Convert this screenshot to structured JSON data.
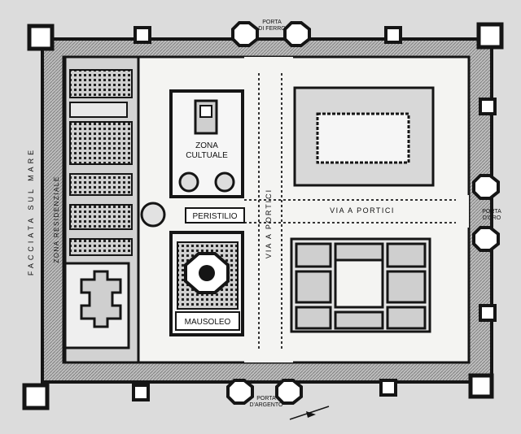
{
  "map": {
    "labels": {
      "porta_ferro": [
        "PORTA",
        "DI FERRO"
      ],
      "porta_oro": [
        "PORTA",
        "D'ORO"
      ],
      "porta_argento": [
        "PORTA",
        "D'ARGENTO"
      ],
      "zona_cultuale": [
        "ZONA",
        "CULTUALE"
      ],
      "peristilio": "PERISTILIO",
      "via_a_portici_horizontal": "VIA A PORTICI",
      "via_a_portici_vertical": "VIA A PORTICI",
      "zona_residenziale": "ZONA RESIDENZIALE",
      "facciata_sul_mare": "FACCIATA SUL MARE",
      "mausoleo": "MAUSOLEO"
    },
    "colors": {
      "paper": "#dcdcdc",
      "ink": "#151515",
      "courtyard": "#f4f4f2",
      "hatch": "#9a9a9a"
    },
    "north_arrow": "arrow-icon"
  }
}
